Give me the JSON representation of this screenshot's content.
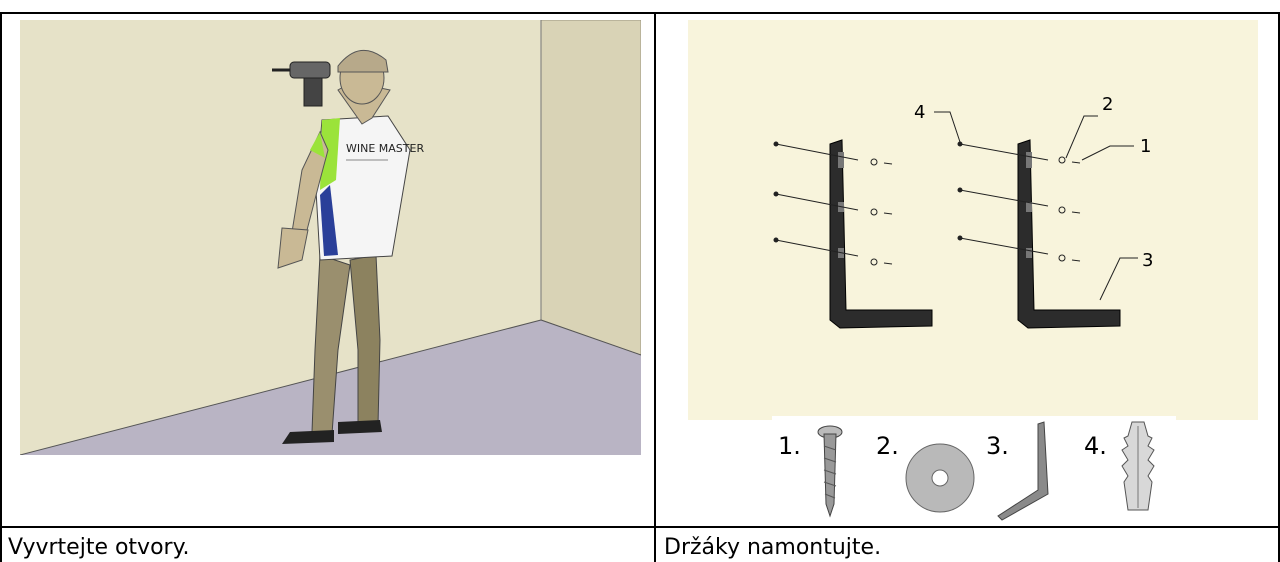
{
  "steps": [
    {
      "caption": "Vyvrtejte otvory.",
      "illustration": "person-drilling-wall"
    },
    {
      "caption": "Držáky namontujte.",
      "illustration": "bracket-assembly"
    }
  ],
  "figure_left": {
    "shirt_logo": "WINE MASTER"
  },
  "figure_right": {
    "callouts": [
      "4",
      "2",
      "1",
      "3"
    ],
    "parts": [
      {
        "label": "1.",
        "icon": "screw-icon"
      },
      {
        "label": "2.",
        "icon": "washer-icon"
      },
      {
        "label": "3.",
        "icon": "bracket-icon"
      },
      {
        "label": "4.",
        "icon": "wall-plug-icon"
      }
    ]
  },
  "colors": {
    "wall": "#e6e2c8",
    "floor": "#b7b2c2",
    "panel_bg": "#f8f4dc",
    "bracket": "#2c2c2c",
    "shirt_accent": "#9be33a"
  }
}
